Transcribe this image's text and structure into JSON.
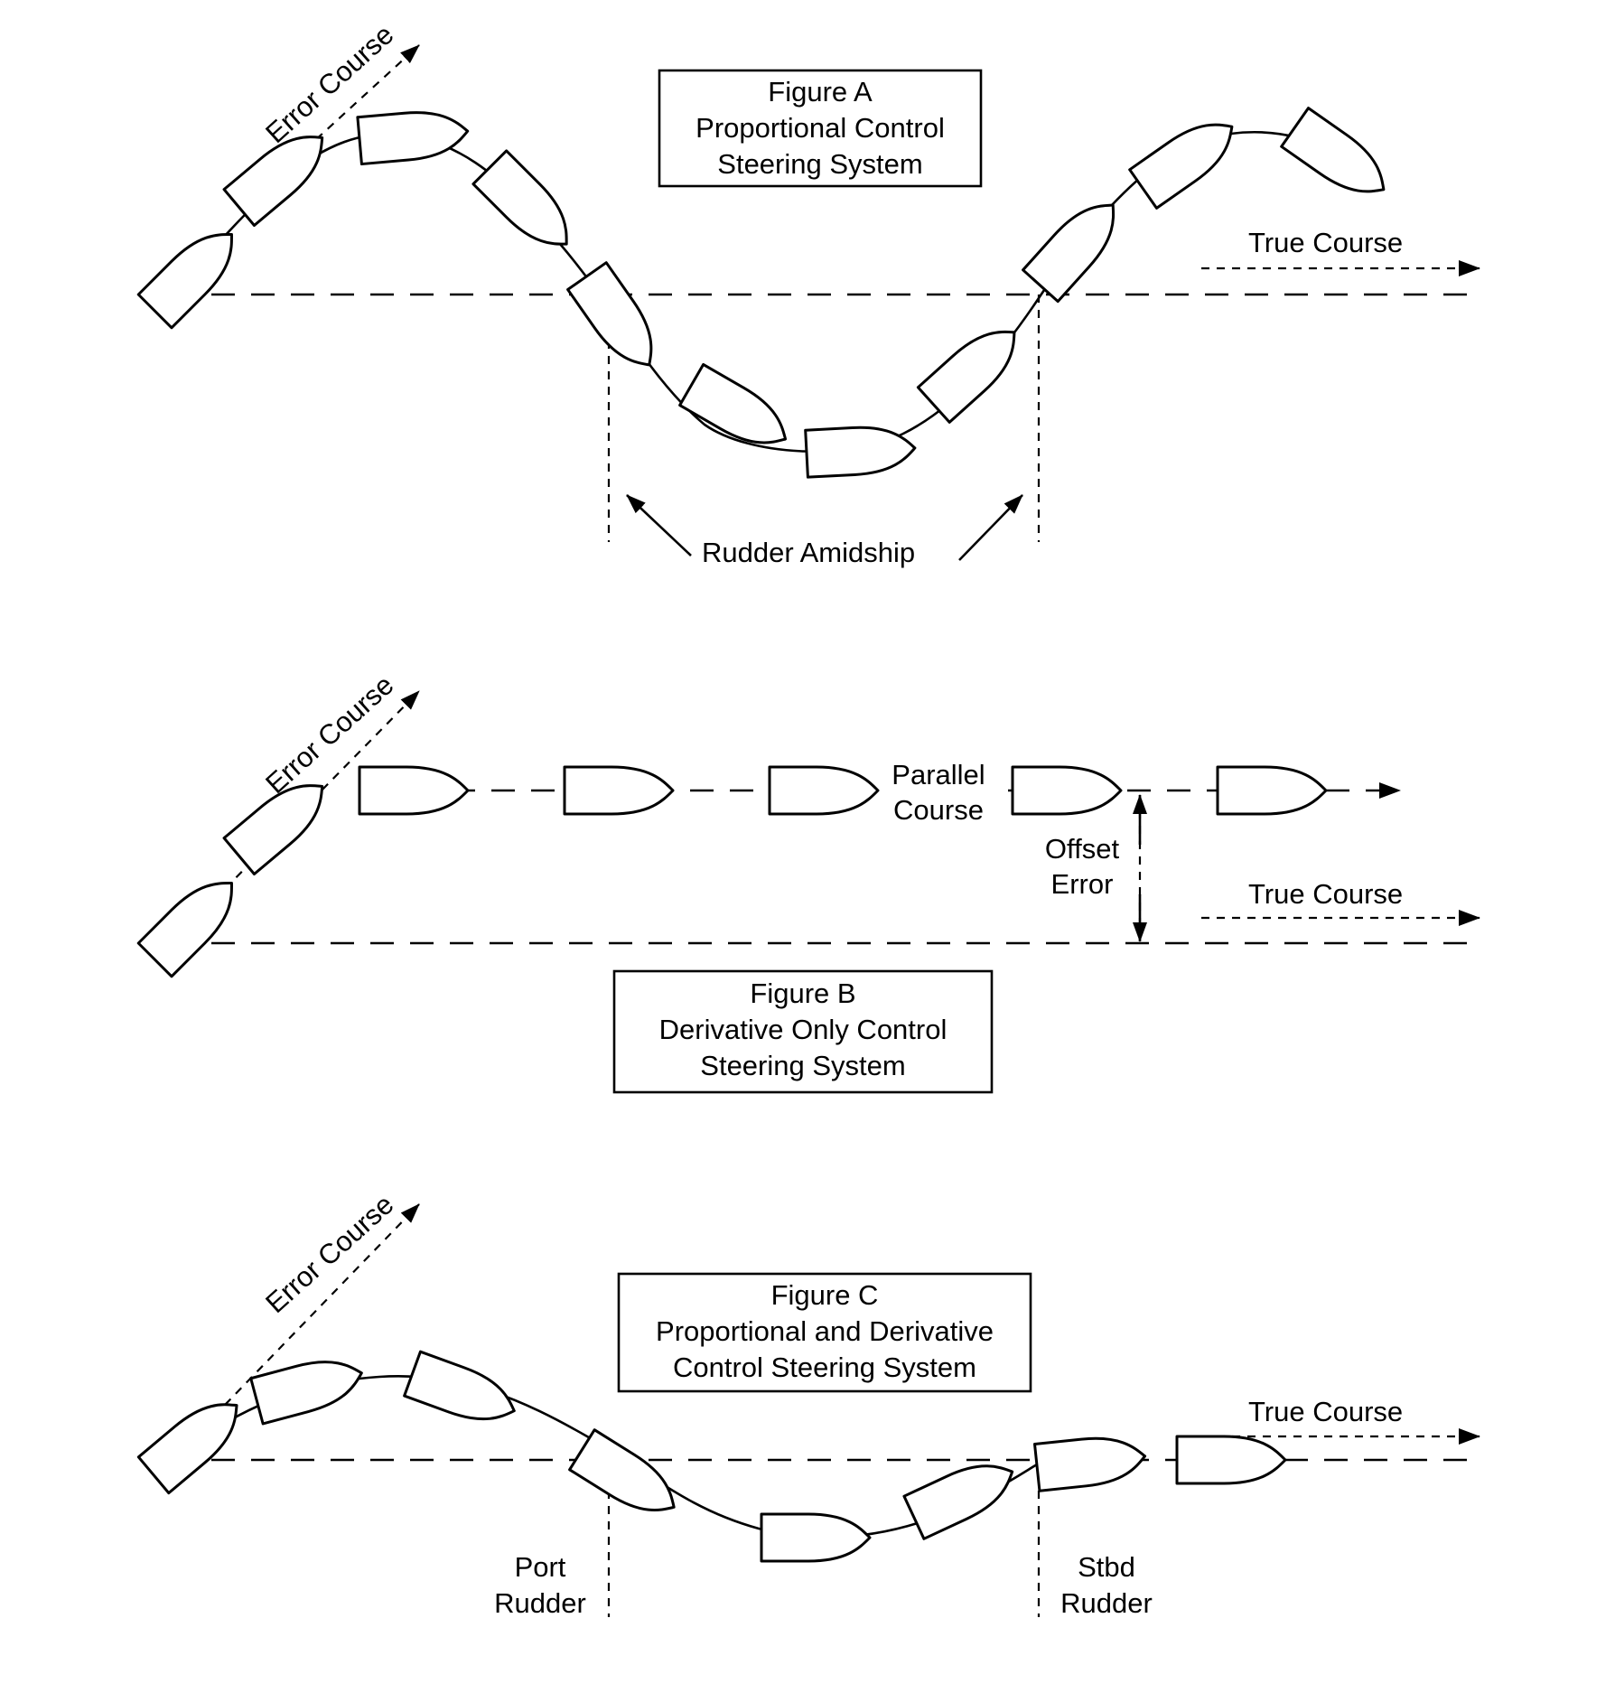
{
  "figure_a": {
    "title_lines": [
      "Figure A",
      "Proportional Control",
      "Steering System"
    ],
    "error_course": "Error Course",
    "true_course": "True Course",
    "rudder_amidship": "Rudder Amidship"
  },
  "figure_b": {
    "title_lines": [
      "Figure B",
      "Derivative Only Control",
      "Steering System"
    ],
    "error_course": "Error Course",
    "parallel_course": [
      "Parallel",
      "Course"
    ],
    "offset_error": [
      "Offset",
      "Error"
    ],
    "true_course": "True Course"
  },
  "figure_c": {
    "title_lines": [
      "Figure C",
      "Proportional and Derivative",
      "Control Steering System"
    ],
    "error_course": "Error Course",
    "true_course": "True Course",
    "port_rudder": [
      "Port",
      "Rudder"
    ],
    "stbd_rudder": [
      "Stbd",
      "Rudder"
    ]
  },
  "colors": {
    "ink": "#000000",
    "background": "#ffffff"
  },
  "icons": {
    "boat": "boat-hull-icon",
    "arrowhead": "arrowhead-icon"
  }
}
